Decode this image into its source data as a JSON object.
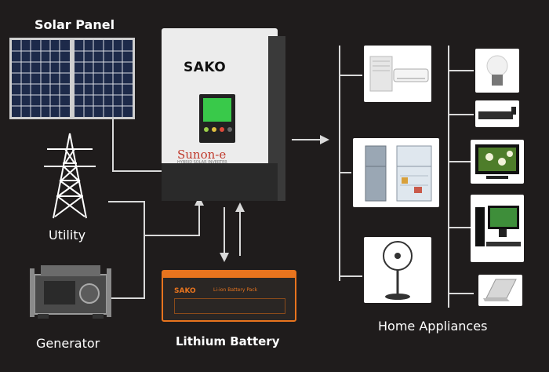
{
  "labels": {
    "solar_panel": "Solar Panel",
    "utility": "Utility",
    "generator": "Generator",
    "lithium_battery": "Lithium Battery",
    "home_appliances": "Home Appliances"
  },
  "inverter": {
    "brand": "SAKO",
    "model": "Sunon-e",
    "model_sub": "HYBRID SOLAR INVERTER"
  },
  "battery": {
    "brand": "SAKO",
    "spec": "Li-ion Battery Pack"
  },
  "appliances": [
    {
      "name": "air-conditioner"
    },
    {
      "name": "refrigerator"
    },
    {
      "name": "electric-fan"
    },
    {
      "name": "light-bulb"
    },
    {
      "name": "dvd-player"
    },
    {
      "name": "television"
    },
    {
      "name": "desktop-computer"
    },
    {
      "name": "laptop"
    }
  ],
  "colors": {
    "background": "#1f1c1c",
    "wire": "#d9d9d9",
    "inverter_body": "#ececec",
    "inverter_base": "#2a2a2a",
    "lcd": "#39c94a",
    "battery_accent": "#e8741e",
    "solar_cell": "#1d2a4a"
  }
}
